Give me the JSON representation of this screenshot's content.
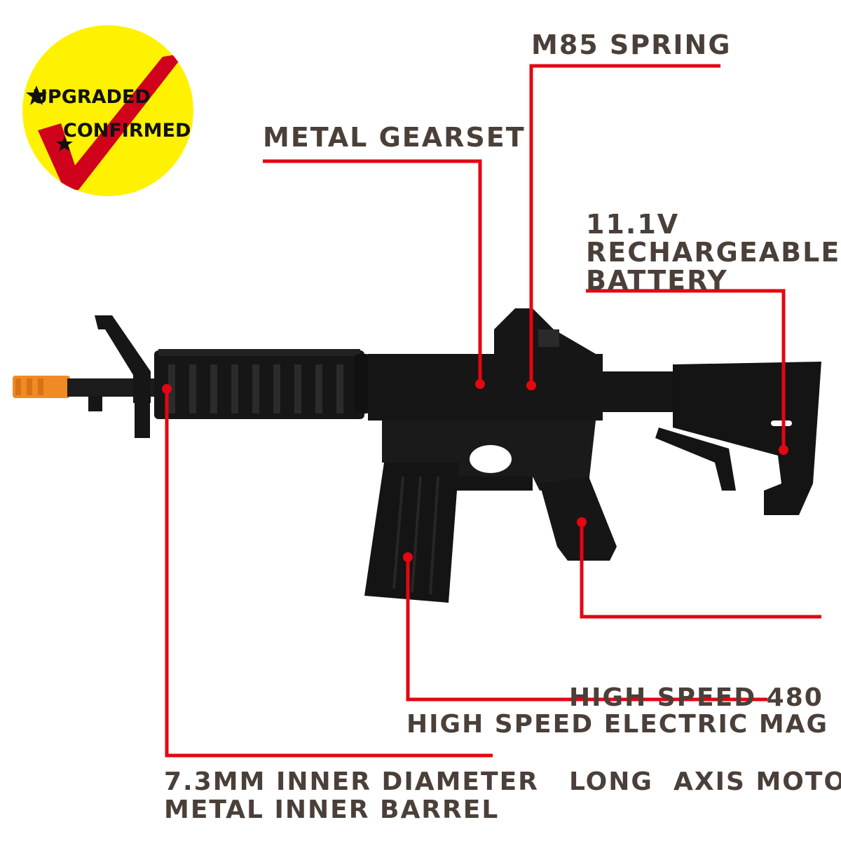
{
  "badge": {
    "line1": "UPGRADED",
    "line2": "CONFIRMED",
    "fill_color": "#fff200",
    "check_color": "#d0021b",
    "icons": [
      "checkmark-icon",
      "star-icon"
    ]
  },
  "callouts": {
    "m85_spring": "M85 SPRING",
    "metal_gearset": "METAL GEARSET",
    "battery": [
      "11.1V",
      "RECHARGEABLE",
      "BATTERY"
    ],
    "motor": [
      "HIGH SPEED 480",
      "LONG  AXIS MOTOR"
    ],
    "mag": "HIGH SPEED ELECTRIC MAG",
    "barrel": [
      "7.3MM INNER DIAMETER",
      "METAL INNER BARREL"
    ]
  },
  "colors": {
    "label_text": "#4a4039",
    "leader_line": "#e30613",
    "rifle_body": "#161616",
    "muzzle_tip": "#f08a24"
  },
  "product_image": "black-m4-airsoft-rifle"
}
